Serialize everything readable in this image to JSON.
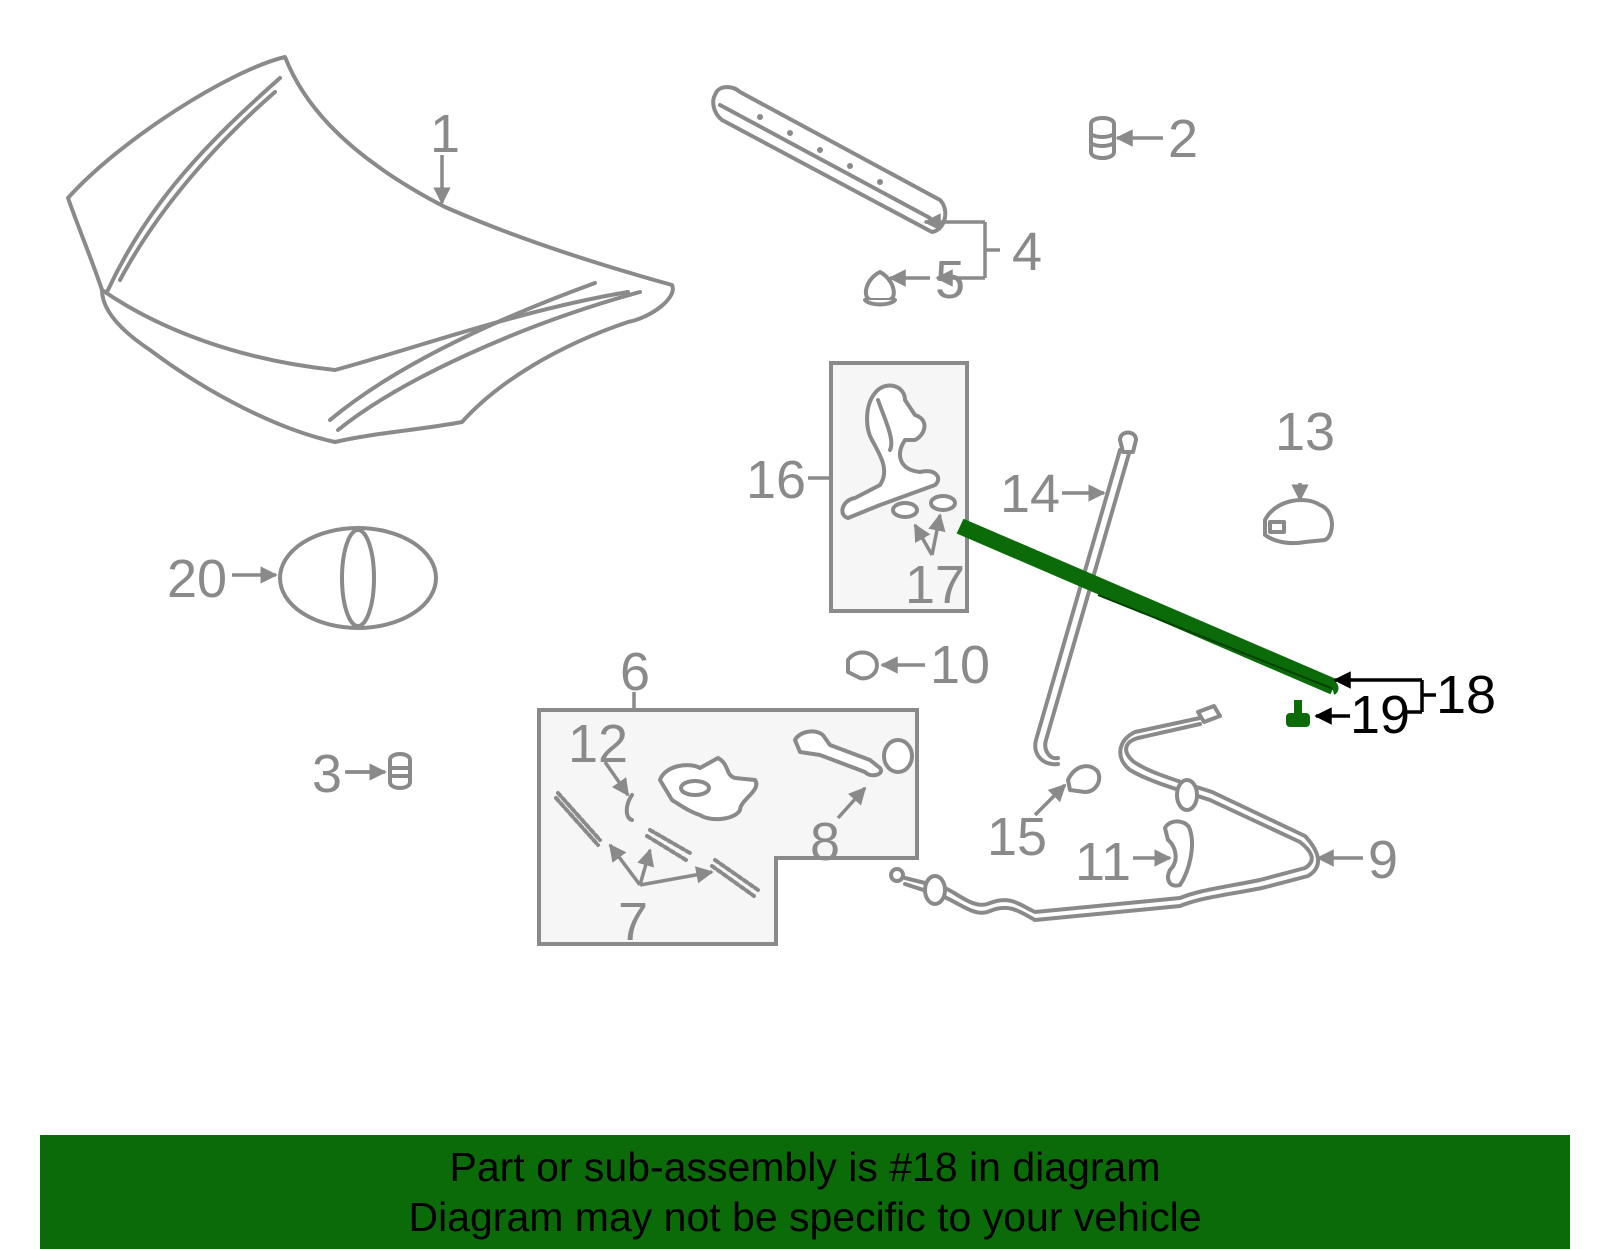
{
  "callouts": {
    "n1": "1",
    "n2": "2",
    "n3": "3",
    "n4": "4",
    "n5": "5",
    "n6": "6",
    "n7": "7",
    "n8": "8",
    "n9": "9",
    "n10": "10",
    "n11": "11",
    "n12": "12",
    "n13": "13",
    "n14": "14",
    "n15": "15",
    "n16": "16",
    "n17": "17",
    "n18": "18",
    "n19": "19",
    "n20": "20"
  },
  "highlighted_part": "18",
  "colors": {
    "line_gray": "#8a8a8a",
    "highlight_green": "#0b6b09",
    "highlight_text": "#000000",
    "box_fill": "#f6f6f6"
  },
  "banner": {
    "line1": "Part or sub-assembly is #18 in diagram",
    "line2": "Diagram may not be specific to your vehicle"
  }
}
